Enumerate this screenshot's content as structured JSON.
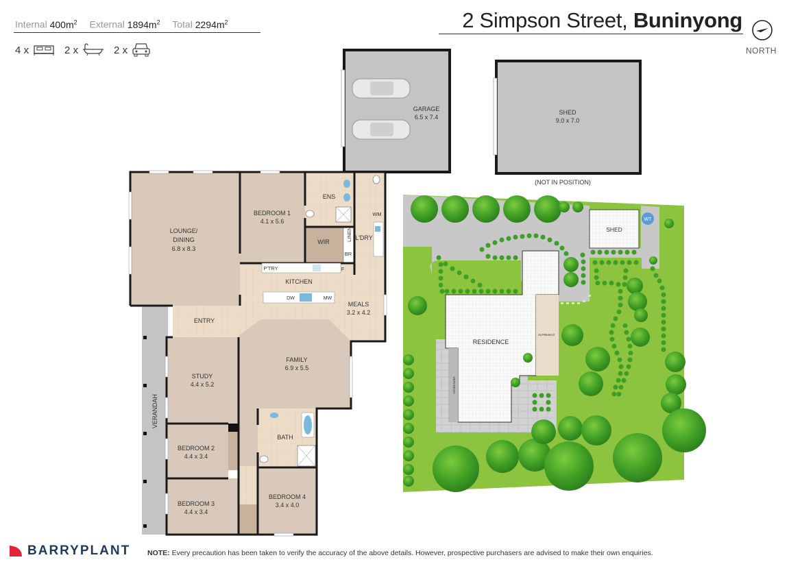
{
  "header": {
    "stats": [
      {
        "label": "Internal",
        "value": "400m",
        "unit_sup": "2"
      },
      {
        "label": "External",
        "value": "1894m",
        "unit_sup": "2"
      },
      {
        "label": "Total",
        "value": "2294m",
        "unit_sup": "2"
      }
    ],
    "features": [
      {
        "count": "4 x",
        "icon": "bed-icon"
      },
      {
        "count": "2 x",
        "icon": "bathtub-icon"
      },
      {
        "count": "2 x",
        "icon": "car-icon"
      }
    ],
    "address_street": "2 Simpson Street,",
    "address_suburb": "Buninyong",
    "north_label": "NORTH"
  },
  "floorplan": {
    "rooms": {
      "garage": {
        "name": "GARAGE",
        "size": "6.5 x 7.4"
      },
      "shed_detail": {
        "name": "SHED",
        "size": "9.0 x 7.0",
        "note": "(NOT IN POSITION)"
      },
      "lounge": {
        "name1": "LOUNGE/",
        "name2": "DINING",
        "size": "6.8 x 8.3"
      },
      "bedroom1": {
        "name": "BEDROOM 1",
        "size": "4.1 x 5.6"
      },
      "ens": {
        "name": "ENS"
      },
      "wir": {
        "name": "WIR"
      },
      "linen": {
        "name": "LINEN"
      },
      "br": {
        "name": "BR"
      },
      "laundry": {
        "name": "L'DRY"
      },
      "wm": {
        "name": "WM"
      },
      "pantry": {
        "name": "P'TRY"
      },
      "fridge": {
        "name": "F"
      },
      "kitchen": {
        "name": "KITCHEN"
      },
      "dw": {
        "name": "DW"
      },
      "mw": {
        "name": "MW"
      },
      "meals": {
        "name": "MEALS",
        "size": "3.2 x 4.2"
      },
      "entry": {
        "name": "ENTRY"
      },
      "family": {
        "name": "FAMILY",
        "size": "6.9 x 5.5"
      },
      "study": {
        "name": "STUDY",
        "size": "4.4 x 5.2"
      },
      "verandah": {
        "name": "VERANDAH"
      },
      "bath": {
        "name": "BATH"
      },
      "bedroom2": {
        "name": "BEDROOM 2",
        "size": "4.4 x 3.4"
      },
      "bedroom3": {
        "name": "BEDROOM 3",
        "size": "4.4 x 3.4"
      },
      "bedroom4": {
        "name": "BEDROOM 4",
        "size": "3.4 x 4.0"
      }
    }
  },
  "siteplan": {
    "residence": "RESIDENCE",
    "alfresco": "ALFRESCO",
    "verandah": "VERANDAH",
    "shed": "SHED",
    "water_tank": "WT"
  },
  "footer": {
    "brand": "BARRYPLANT",
    "note_label": "NOTE:",
    "note_text": " Every precaution has been taken to verify the accuracy of the above details. However, prospective purchasers are advised to make their own enquiries."
  },
  "colors": {
    "room_fill": "#d9c9bb",
    "tile_fill": "#ecdcc8",
    "garage_fill": "#c4c4c4",
    "wall": "#1a1a1a",
    "lawn": "#8cc43f",
    "tree": "#4aa82a",
    "driveway": "#c8c8c8",
    "water": "#7bb9dc",
    "brand_red": "#e2233a",
    "brand_navy": "#1e3a5f"
  }
}
